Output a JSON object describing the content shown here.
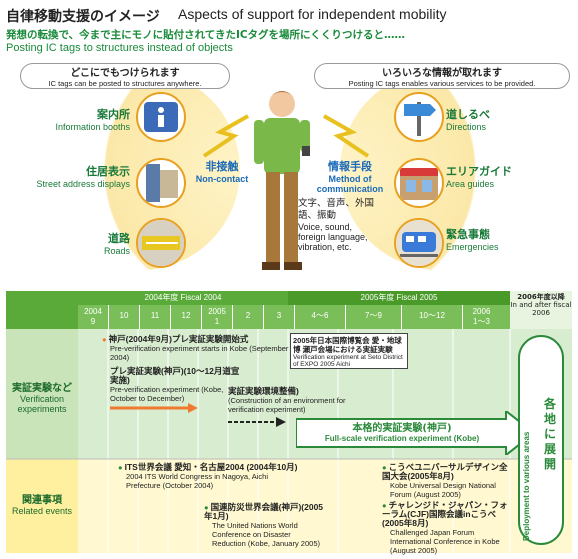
{
  "header": {
    "title_jp": "自律移動支援のイメージ",
    "title_en": "Aspects of support for independent mobility",
    "subtitle_jp": "発想の転換で、今まで主にモノに貼付されてきたICタグを場所にくくりつけると……",
    "subtitle_en": "Posting IC tags to structures instead of objects"
  },
  "left_pill": {
    "jp": "どこにでもつけられます",
    "en": "IC tags can be posted to structures anywhere."
  },
  "right_pill": {
    "jp": "いろいろな情報が取れます",
    "en": "Posting IC tags enables various services to be provided."
  },
  "left_items": [
    {
      "jp": "案内所",
      "en": "Information booths",
      "icon": "info-icon"
    },
    {
      "jp": "住居表示",
      "en": "Street address displays",
      "icon": "address-plate-icon"
    },
    {
      "jp": "道路",
      "en": "Roads",
      "icon": "road-icon"
    }
  ],
  "right_items": [
    {
      "jp": "道しるべ",
      "en": "Directions",
      "icon": "signpost-icon"
    },
    {
      "jp": "エリアガイド",
      "en": "Area guides",
      "icon": "shop-icon"
    },
    {
      "jp": "緊急事態",
      "en": "Emergencies",
      "icon": "train-icon"
    }
  ],
  "center": {
    "noncontact_jp": "非接触",
    "noncontact_en": "Non-contact",
    "method_jp": "情報手段",
    "method_en": "Method of communication",
    "media_jp": "文字、音声、外国語、振動",
    "media_en": "Voice, sound, foreign language, vibration, etc."
  },
  "timeline": {
    "fy2004_jp": "2004年度",
    "fy2004_en": "Fiscal 2004",
    "fy2005_jp": "2005年度",
    "fy2005_en": "Fiscal 2005",
    "fy2006_jp": "2006年度以降",
    "fy2006_en": "In and after fiscal 2006",
    "months": [
      "2004\n9",
      "10",
      "11",
      "12",
      "2005\n1",
      "2",
      "3",
      "4～6",
      "7～9",
      "10～12",
      "2006\n1～3"
    ],
    "row1_jp": "実証実験など",
    "row1_en": "Verification experiments",
    "row2_jp": "関連事項",
    "row2_en": "Related events",
    "kobe_pre_jp": "神戸(2004年9月)プレ実証実験開始式",
    "kobe_pre_en": "Pre-verification experiment starts in Kobe (September 2004)",
    "pre_exp_jp": "プレ実証実験(神戸)(10～12月道宣実施)",
    "pre_exp_en": "Pre-verification experiment (Kobe, October to December)",
    "env_jp": "実証実験環境整備)",
    "env_en": "(Construction of an environment for verification experiment)",
    "expo_jp": "2005年日本国際博覧会 愛・地球博 瀬戸会場における実証実験",
    "expo_en": "Verification experiment at Seto District of EXPO 2005 Aichi",
    "full_jp": "本格的実証実験(神戸)",
    "full_en": "Full-scale verification experiment (Kobe)",
    "deploy_jp": "各地に展開",
    "deploy_en": "Deployment to various areas",
    "its_jp": "ITS世界会議 愛知・名古屋2004 (2004年10月)",
    "its_en": "2004 ITS World Congress in Nagoya, Aichi Prefecture (October 2004)",
    "wcdr_jp": "国連防災世界会議(神戸)(2005年1月)",
    "wcdr_en": "The United Nations World Conference on Disaster Reduction (Kobe, January 2005)",
    "ud_jp": "こうべユニバーサルデザイン全国大会(2005年8月)",
    "ud_en": "Kobe Universal Design National Forum (August 2005)",
    "cjf_jp": "チャレンジド・ジャパン・フォーラム(CJF)国際会議inこうべ(2005年8月)",
    "cjf_en": "Challenged Japan Forum International Conference in Kobe (August 2005)"
  },
  "colors": {
    "green": "#5aaa3a",
    "light_green": "#d8ecd0",
    "yellow": "#fff6c0",
    "orange": "#f07a30"
  }
}
